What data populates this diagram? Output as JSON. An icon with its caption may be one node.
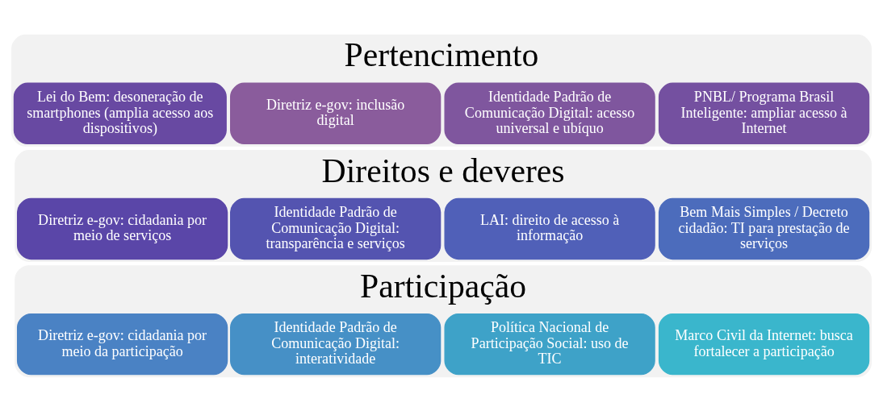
{
  "diagram": {
    "nodes": [
      {
        "text": [
          "Pertencimento"
        ]
      },
      {
        "text": [
          "Diretriz e-gov: inclusão digital"
        ],
        "in": 0
      },
      {
        "text": [
          "Identidade Padrão de Comunicação Digital: acesso universal e ubíquo"
        ],
        "in": 0
      },
      {
        "text": [
          "PNBL/ Programa Brasil Inteligente: ampliar acesso à Internet"
        ],
        "in": 0
      },
      {
        "text": [
          "Lei do Bem: desoneração de smartphones (amplia acesso aos dispositivos)"
        ],
        "in": 0
      },
      {
        "text": [
          "Direitos e deveres"
        ]
      },
      {
        "text": [
          "Diretriz e-gov: cidadania por meio de serviços"
        ],
        "in": 5
      },
      {
        "text": [
          "Identidade Padrão de Comunicação Digital: transparência e serviços"
        ],
        "in": 5
      },
      {
        "text": [
          "LAI: direito de acesso à informação"
        ],
        "in": 5
      },
      {
        "text": [
          "Bem Mais Simples / Decreto cidadão: TI para prestação de serviços"
        ],
        "in": 5
      },
      {
        "text": [
          "Participação"
        ]
      },
      {
        "text": [
          "Diretriz e-gov: cidadania por meio da participação"
        ],
        "in": 10
      },
      {
        "text": [
          "Identidade Padrão de Comunicação Digital: interatividade"
        ],
        "in": 10
      },
      {
        "text": [
          "Política Nacional de Participação Social: uso de TIC"
        ],
        "in": 10
      },
      {
        "text": [
          "Marco Civil da Internet: busca fortalecer a participação"
        ],
        "in": 10
      }
    ],
    "edges": []
  }
}
